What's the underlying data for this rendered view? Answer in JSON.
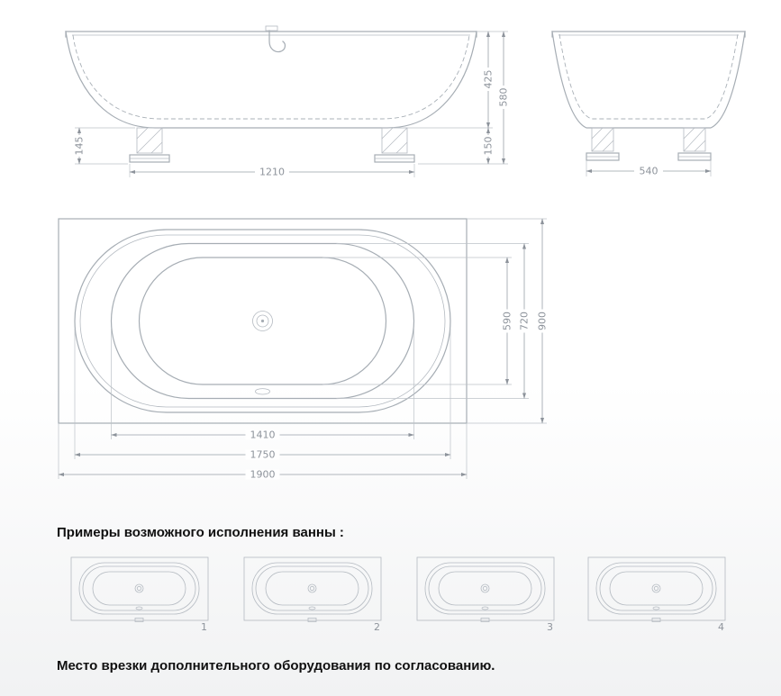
{
  "drawing": {
    "line_color": "#a6adb4",
    "dim_color": "#8d939b"
  },
  "side_view": {
    "dims": {
      "h425": "425",
      "h580": "580",
      "h150": "150",
      "h145": "145",
      "w1210": "1210"
    }
  },
  "end_view": {
    "dims": {
      "w540": "540"
    }
  },
  "plan_view": {
    "dims": {
      "w590": "590",
      "w720": "720",
      "w900": "900",
      "l1410": "1410",
      "l1750": "1750",
      "l1900": "1900"
    }
  },
  "sections": {
    "variants_title": "Примеры возможного исполнения ванны :",
    "note": "Место врезки дополнительного оборудования по согласованию."
  },
  "variants": [
    {
      "label": "1"
    },
    {
      "label": "2"
    },
    {
      "label": "3"
    },
    {
      "label": "4"
    }
  ]
}
